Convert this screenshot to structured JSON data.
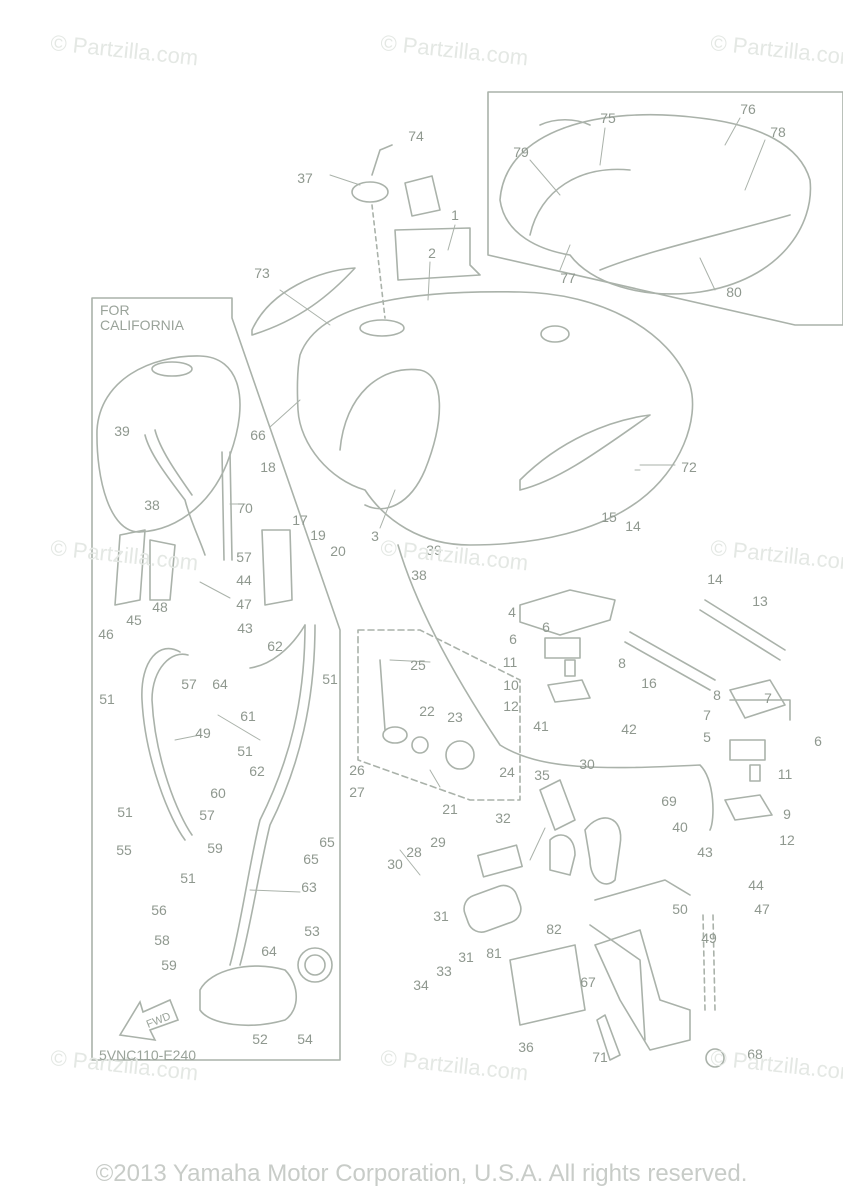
{
  "watermark": "© Partzilla.com",
  "copyright": "©2013 Yamaha Motor Corporation, U.S.A. All rights reserved.",
  "diagram_code": "5VNC110-E240",
  "california_label": [
    "FOR",
    "CALIFORNIA"
  ],
  "fwd_label": "FWD",
  "colors": {
    "line": "#aab2aa",
    "label": "#8f988f",
    "watermark": "#e4e8e4"
  },
  "callouts": [
    {
      "n": "1"
    },
    {
      "n": "2"
    },
    {
      "n": "3"
    },
    {
      "n": "4"
    },
    {
      "n": "5"
    },
    {
      "n": "6"
    },
    {
      "n": "6"
    },
    {
      "n": "6"
    },
    {
      "n": "7"
    },
    {
      "n": "7"
    },
    {
      "n": "8"
    },
    {
      "n": "8"
    },
    {
      "n": "9"
    },
    {
      "n": "10"
    },
    {
      "n": "11"
    },
    {
      "n": "11"
    },
    {
      "n": "12"
    },
    {
      "n": "12"
    },
    {
      "n": "13"
    },
    {
      "n": "14"
    },
    {
      "n": "14"
    },
    {
      "n": "15"
    },
    {
      "n": "16"
    },
    {
      "n": "17"
    },
    {
      "n": "18"
    },
    {
      "n": "19"
    },
    {
      "n": "20"
    },
    {
      "n": "21"
    },
    {
      "n": "22"
    },
    {
      "n": "23"
    },
    {
      "n": "24"
    },
    {
      "n": "25"
    },
    {
      "n": "26"
    },
    {
      "n": "27"
    },
    {
      "n": "28"
    },
    {
      "n": "29"
    },
    {
      "n": "30"
    },
    {
      "n": "30"
    },
    {
      "n": "31"
    },
    {
      "n": "31"
    },
    {
      "n": "32"
    },
    {
      "n": "33"
    },
    {
      "n": "34"
    },
    {
      "n": "35"
    },
    {
      "n": "36"
    },
    {
      "n": "37"
    },
    {
      "n": "38"
    },
    {
      "n": "38"
    },
    {
      "n": "39"
    },
    {
      "n": "39"
    },
    {
      "n": "40"
    },
    {
      "n": "41"
    },
    {
      "n": "42"
    },
    {
      "n": "43"
    },
    {
      "n": "43"
    },
    {
      "n": "44"
    },
    {
      "n": "44"
    },
    {
      "n": "45"
    },
    {
      "n": "46"
    },
    {
      "n": "47"
    },
    {
      "n": "47"
    },
    {
      "n": "48"
    },
    {
      "n": "49"
    },
    {
      "n": "49"
    },
    {
      "n": "50"
    },
    {
      "n": "51"
    },
    {
      "n": "51"
    },
    {
      "n": "51"
    },
    {
      "n": "51"
    },
    {
      "n": "51"
    },
    {
      "n": "52"
    },
    {
      "n": "53"
    },
    {
      "n": "54"
    },
    {
      "n": "55"
    },
    {
      "n": "56"
    },
    {
      "n": "57"
    },
    {
      "n": "57"
    },
    {
      "n": "57"
    },
    {
      "n": "58"
    },
    {
      "n": "59"
    },
    {
      "n": "59"
    },
    {
      "n": "60"
    },
    {
      "n": "61"
    },
    {
      "n": "62"
    },
    {
      "n": "62"
    },
    {
      "n": "63"
    },
    {
      "n": "64"
    },
    {
      "n": "64"
    },
    {
      "n": "65"
    },
    {
      "n": "65"
    },
    {
      "n": "66"
    },
    {
      "n": "67"
    },
    {
      "n": "68"
    },
    {
      "n": "69"
    },
    {
      "n": "70"
    },
    {
      "n": "71"
    },
    {
      "n": "72"
    },
    {
      "n": "73"
    },
    {
      "n": "74"
    },
    {
      "n": "75"
    },
    {
      "n": "76"
    },
    {
      "n": "77"
    },
    {
      "n": "78"
    },
    {
      "n": "79"
    },
    {
      "n": "80"
    },
    {
      "n": "81"
    },
    {
      "n": "82"
    }
  ]
}
